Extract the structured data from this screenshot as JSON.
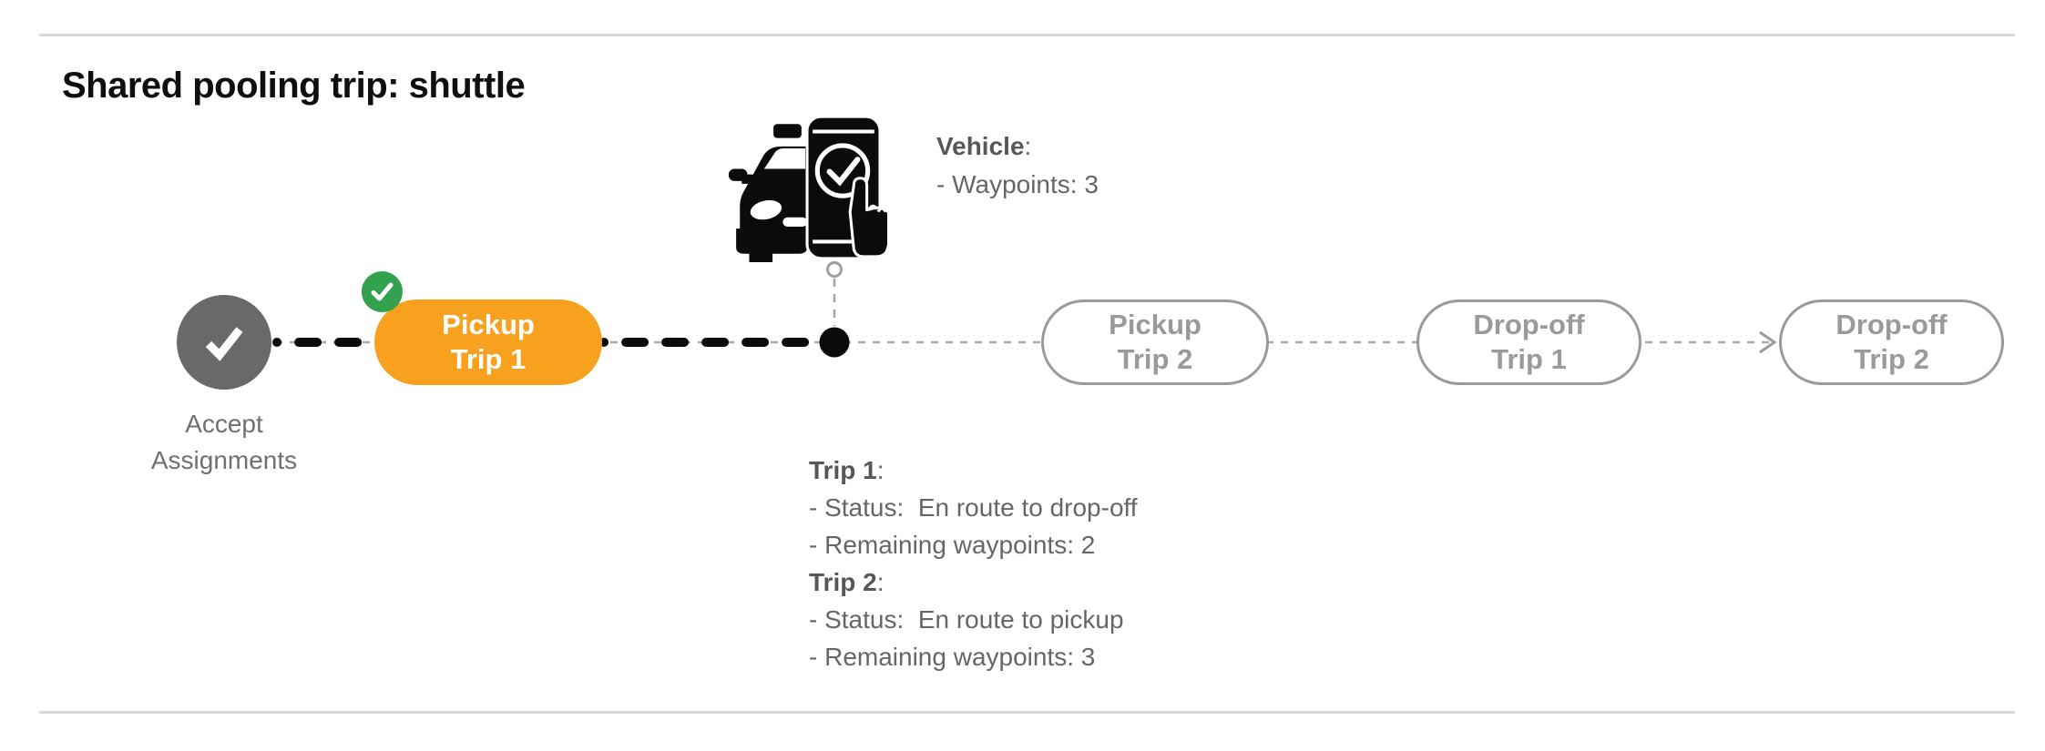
{
  "title": "Shared pooling trip: shuttle",
  "colors": {
    "active_pill_orange": "#F7A11E",
    "done_badge_green": "#34A14E",
    "done_node_gray": "#696969",
    "upcoming_pill_gray": "#9A9A9A",
    "path_black": "#0b0b0b",
    "text_gray": "#666666"
  },
  "timeline": {
    "start_node": {
      "label_line1": "Accept",
      "label_line2": "Assignments",
      "state": "completed"
    },
    "nodes": [
      {
        "id": "pickup-trip-1",
        "line1": "Pickup",
        "line2": "Trip 1",
        "state": "current",
        "badge": "check"
      },
      {
        "id": "pickup-trip-2",
        "line1": "Pickup",
        "line2": "Trip 2",
        "state": "upcoming"
      },
      {
        "id": "dropoff-trip-1",
        "line1": "Drop-off",
        "line2": "Trip 1",
        "state": "upcoming"
      },
      {
        "id": "dropoff-trip-2",
        "line1": "Drop-off",
        "line2": "Trip 2",
        "state": "upcoming"
      }
    ]
  },
  "vehicle_info": {
    "heading": "Vehicle",
    "heading_suffix": ":",
    "line1": "- Waypoints: 3"
  },
  "trip_status": {
    "trip1_heading": "Trip 1",
    "trip1_suffix": ":",
    "trip1_lines": [
      "- Status:  En route to drop-off",
      "- Remaining waypoints: 2"
    ],
    "trip2_heading": "Trip 2",
    "trip2_suffix": ":",
    "trip2_lines": [
      "- Status:  En route to pickup",
      "- Remaining waypoints: 3"
    ]
  }
}
